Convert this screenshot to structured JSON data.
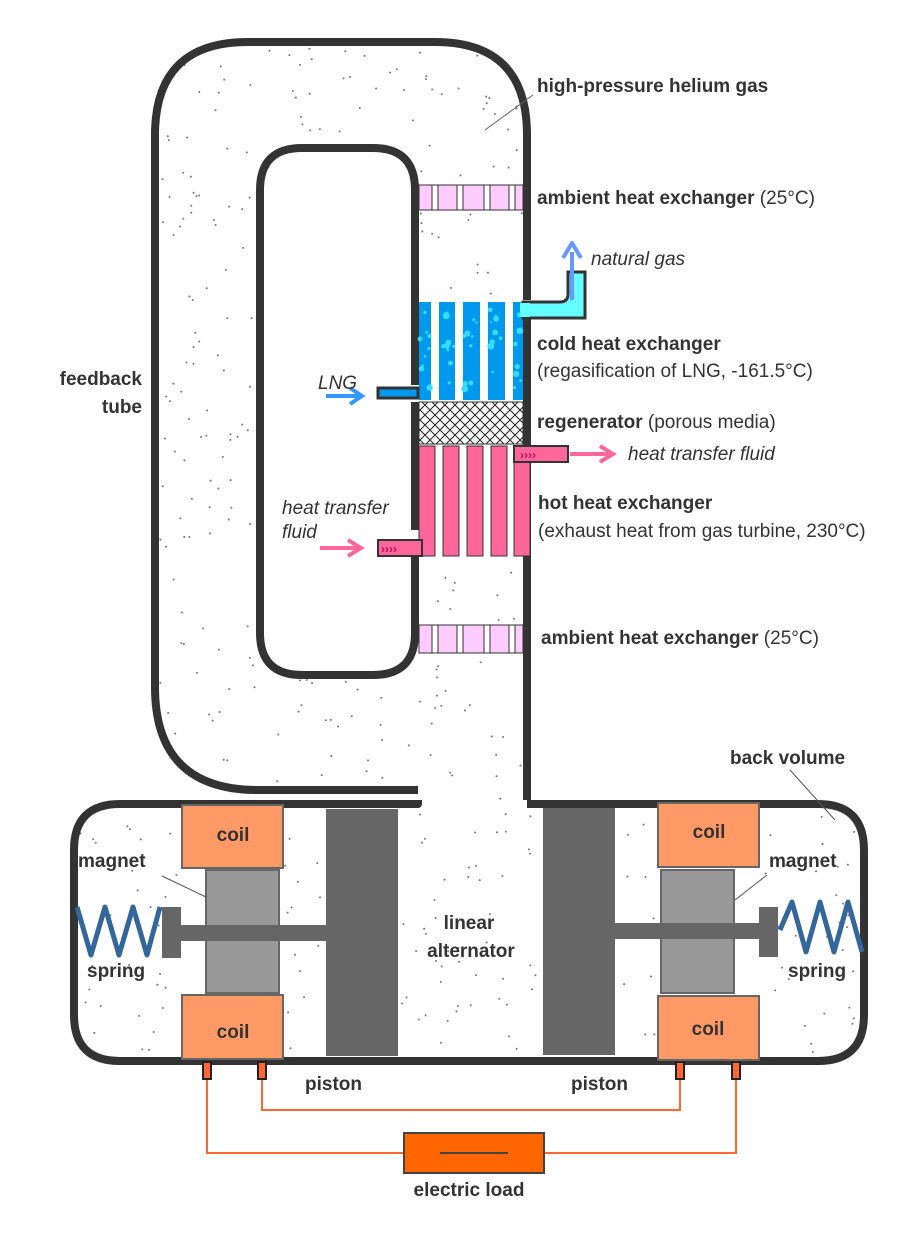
{
  "title": "Thermoacoustic Stirling engine with LNG regasification and linear alternators",
  "colors": {
    "wall": "#333333",
    "ambient_hx": "#ffccff",
    "cold_hx": "#0099ee",
    "cold_bubble": "#33ddff",
    "natural_gas_pipe": "#66ffff",
    "lng_arrow": "#3399ff",
    "natural_gas_arrow": "#6699ff",
    "hot_hx": "#ff6699",
    "htf_arrow": "#ff6699",
    "coil": "#ff9966",
    "magnet": "#999999",
    "piston": "#666666",
    "spring": "#336699",
    "wire": "#ff6600",
    "load": "#ff6600"
  },
  "labels": {
    "helium": "high-pressure helium gas",
    "ambient_hx_top": {
      "bold": "ambient heat exchanger",
      "normal": " (25°C)"
    },
    "natural_gas": "natural gas",
    "cold_hx": {
      "bold": "cold heat exchanger",
      "line2": "(regasification of LNG, -161.5°C)"
    },
    "lng": "LNG",
    "feedback_tube": [
      "feedback",
      "tube"
    ],
    "regenerator": {
      "bold": "regenerator",
      "normal": " (porous media)"
    },
    "htf_out": "heat transfer fluid",
    "htf_in": [
      "heat transfer",
      "fluid"
    ],
    "hot_hx": {
      "bold": "hot heat exchanger",
      "line2": "(exhaust heat from gas turbine, 230°C)"
    },
    "ambient_hx_bottom": {
      "bold": "ambient heat exchanger",
      "normal": " (25°C)"
    },
    "back_volume": "back volume",
    "coil_tl": "coil",
    "coil_bl": "coil",
    "coil_tr": "coil",
    "coil_br": "coil",
    "magnet_left": "magnet",
    "magnet_right": "magnet",
    "spring_left": "spring",
    "spring_right": "spring",
    "linear_alternator": [
      "linear",
      "alternator"
    ],
    "piston_left": "piston",
    "piston_right": "piston",
    "electric_load": "electric load"
  }
}
